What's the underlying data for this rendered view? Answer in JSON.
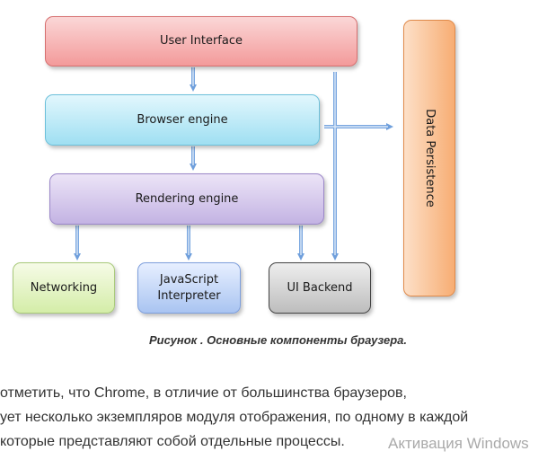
{
  "diagram": {
    "boxes": {
      "user_interface": "User  Interface",
      "browser_engine": "Browser engine",
      "rendering_engine": "Rendering engine",
      "networking": "Networking",
      "javascript_interpreter": "JavaScript\nInterpreter",
      "ui_backend": "UI Backend",
      "data_persistence": "Data Persistence"
    },
    "colors": {
      "user_interface": "#f4a3a3",
      "browser_engine": "#a8e2f4",
      "rendering_engine": "#c9bbe6",
      "networking": "#d8efb0",
      "javascript_interpreter": "#b1caf3",
      "ui_backend": "#c4c4c4",
      "data_persistence": "#f8b47e",
      "arrow": "#7aa7e0"
    }
  },
  "caption": "Рисунок . Основные компоненты браузера.",
  "paragraph": {
    "lines": [
      "отметить, что Chrome, в отличие от большинства браузеров,",
      "ует несколько экземпляров модуля отображения, по одному в каждой",
      "которые представляют собой отдельные процессы."
    ]
  },
  "watermark": "Активация Windows"
}
